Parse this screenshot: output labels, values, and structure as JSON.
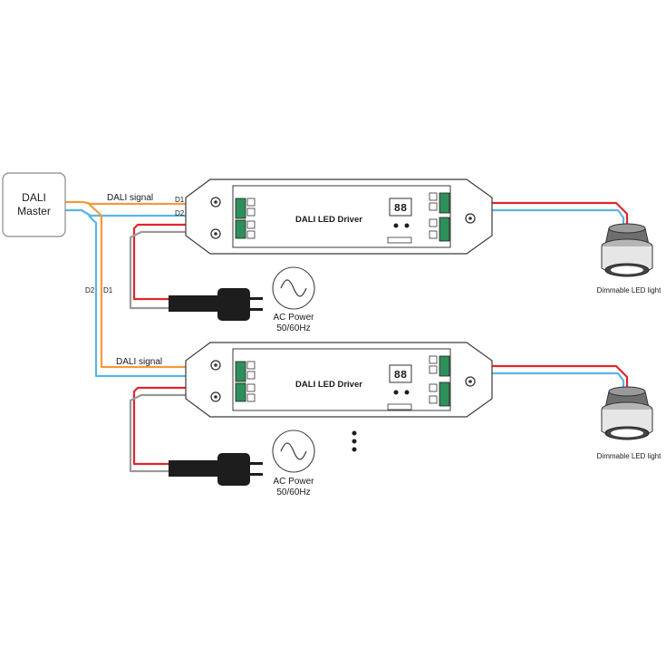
{
  "master": {
    "line1": "DALI",
    "line2": "Master"
  },
  "signal_label": "DALI signal",
  "terminals": {
    "d1": "D1",
    "d2": "D2"
  },
  "driver": {
    "title": "DALI LED Driver",
    "display": "88"
  },
  "power": {
    "line1": "AC Power",
    "line2": "50/60Hz"
  },
  "light_label": "Dimmable LED light",
  "colors": {
    "orange": "#f39a3c",
    "blue": "#5ab4e6",
    "red": "#e0262b",
    "gray": "#9a9a9a",
    "black": "#1d1d1d",
    "green": "#2f8f5b"
  }
}
